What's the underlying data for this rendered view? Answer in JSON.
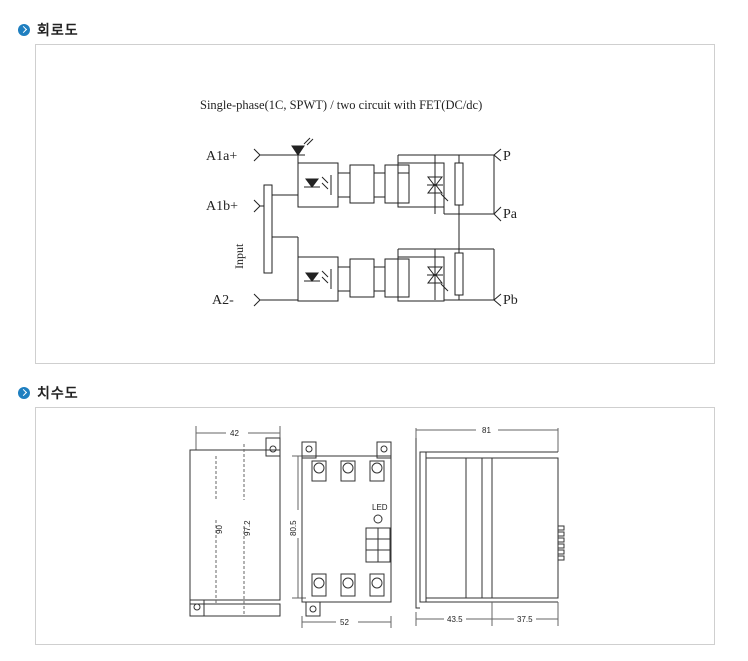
{
  "sections": {
    "circuit": {
      "heading": "회로도"
    },
    "dimension": {
      "heading": "치수도"
    }
  },
  "circuit": {
    "title": "Single-phase(1C, SPWT) / two circuit  with FET(DC/dc)",
    "inputs": {
      "a1a": "A1a+",
      "a1b": "A1b+",
      "a2": "A2-",
      "input_label": "Input"
    },
    "outputs": {
      "p": "P",
      "pa": "Pa",
      "pb": "Pb"
    }
  },
  "dimensions": {
    "front_width": "42",
    "front_height_inner": "90",
    "front_height_outer": "97.2",
    "top_height": "80.5",
    "top_width": "52",
    "led_label": "LED",
    "side_depth": "81",
    "side_left": "43.5",
    "side_right": "37.5"
  }
}
